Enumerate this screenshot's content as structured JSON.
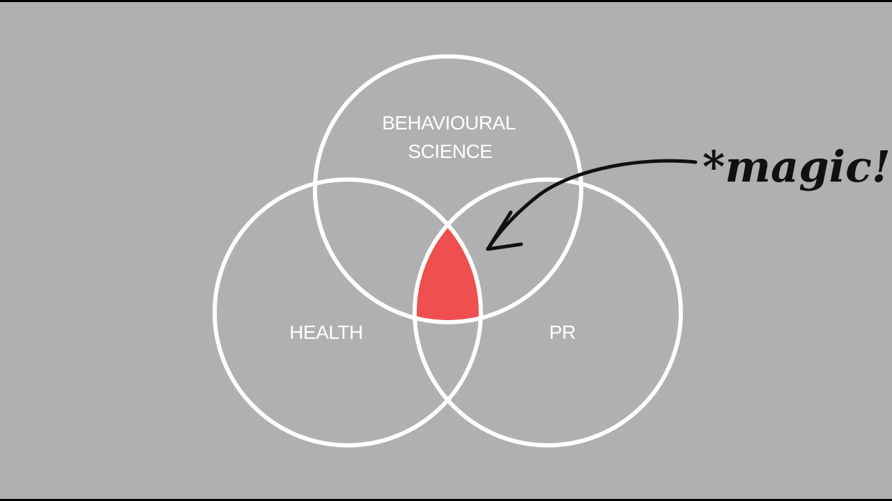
{
  "diagram": {
    "sets": [
      {
        "id": "behavioural-science",
        "lines": [
          "BEHAVIOURAL",
          "SCIENCE"
        ]
      },
      {
        "id": "health",
        "lines": [
          "HEALTH"
        ]
      },
      {
        "id": "pr",
        "lines": [
          "PR"
        ]
      }
    ],
    "annotation": "*magic!",
    "colors": {
      "background": "#b0b0b2",
      "outline": "#ffffff",
      "intersection": "#ef4f4f",
      "arrow": "#111111"
    }
  }
}
